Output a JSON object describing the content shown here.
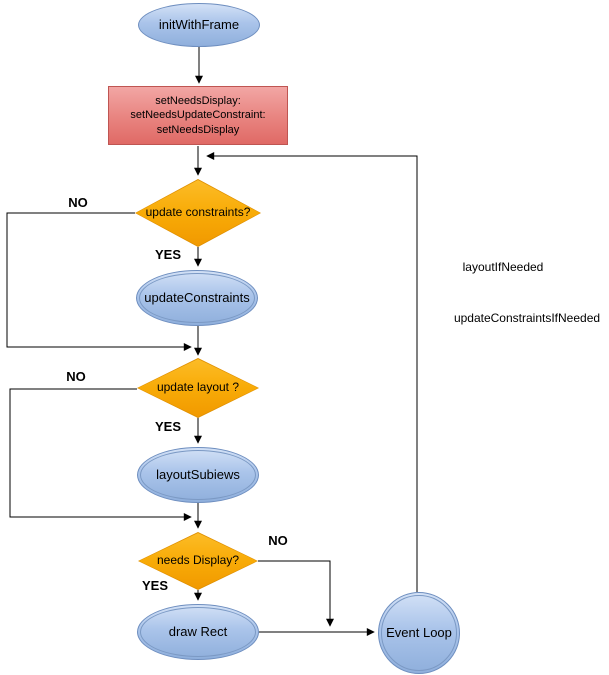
{
  "nodes": {
    "init": {
      "label": "initWithFrame"
    },
    "set_needs": {
      "lines": [
        "setNeedsDisplay:",
        "setNeedsUpdateConstraint:",
        "setNeedsDisplay"
      ]
    },
    "decision_constraints": {
      "label": "update constraints?"
    },
    "update_constraints": {
      "label": "updateConstraints"
    },
    "decision_layout": {
      "label": "update layout ?"
    },
    "layout_subviews": {
      "label": "layoutSubiews"
    },
    "decision_display": {
      "label": "needs Display?"
    },
    "draw_rect": {
      "label": "draw Rect"
    },
    "event_loop": {
      "label": "Event Loop"
    }
  },
  "edge_labels": {
    "no_constraints": "NO",
    "yes_constraints": "YES",
    "no_layout": "NO",
    "yes_layout": "YES",
    "no_display": "NO",
    "yes_display": "YES"
  },
  "annotations": {
    "layout_if_needed": "layoutIfNeeded",
    "update_constraints_if_needed": "updateConstraintsIfNeeded"
  },
  "colors": {
    "process_fill_top": "#d3e1f6",
    "process_fill_bottom": "#8fafdc",
    "process_border": "#6e8ebf",
    "decision_fill_top": "#fcbc27",
    "decision_fill_bottom": "#f19900",
    "decision_border": "#df8f00",
    "start_fill_top": "#f2a6a4",
    "start_fill_bottom": "#e06a66",
    "start_border": "#bf5552",
    "connector": "#000000",
    "background": "#ffffff"
  }
}
